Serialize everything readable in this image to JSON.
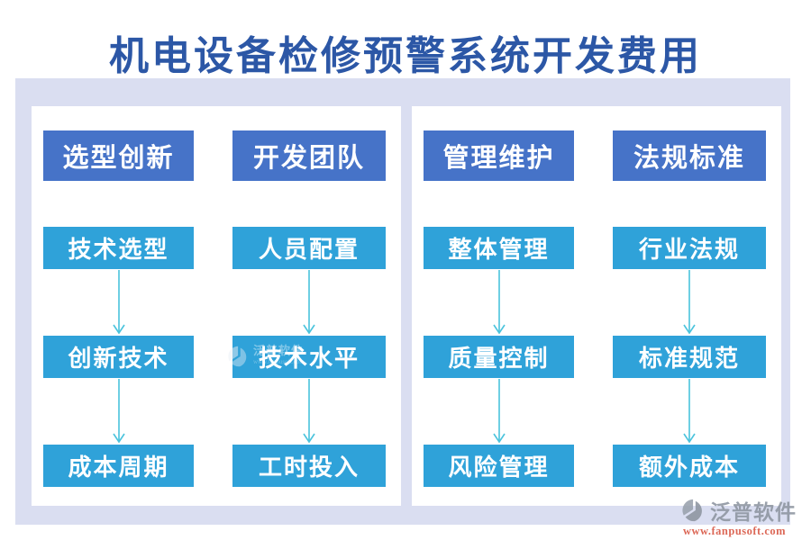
{
  "title": "机电设备检修预警系统开发费用",
  "columns": [
    {
      "header": "选型创新",
      "items": [
        "技术选型",
        "创新技术",
        "成本周期"
      ]
    },
    {
      "header": "开发团队",
      "items": [
        "人员配置",
        "技术水平",
        "工时投入"
      ]
    },
    {
      "header": "管理维护",
      "items": [
        "整体管理",
        "质量控制",
        "风险管理"
      ]
    },
    {
      "header": "法规标准",
      "items": [
        "行业法规",
        "标准规范",
        "额外成本"
      ]
    }
  ],
  "watermark": {
    "brand": "泛普软件",
    "url": "www.fanpusoft.com"
  },
  "colors": {
    "title_text": "#2c57a6",
    "board_background": "#dadef1",
    "panel_background": "#ffffff",
    "category_box": "#4673c8",
    "item_box": "#2fa2d9",
    "arrow": "#4ac3dc",
    "box_text": "#ffffff",
    "brand_text": "#8d95a0",
    "brand_url": "#d85440"
  }
}
